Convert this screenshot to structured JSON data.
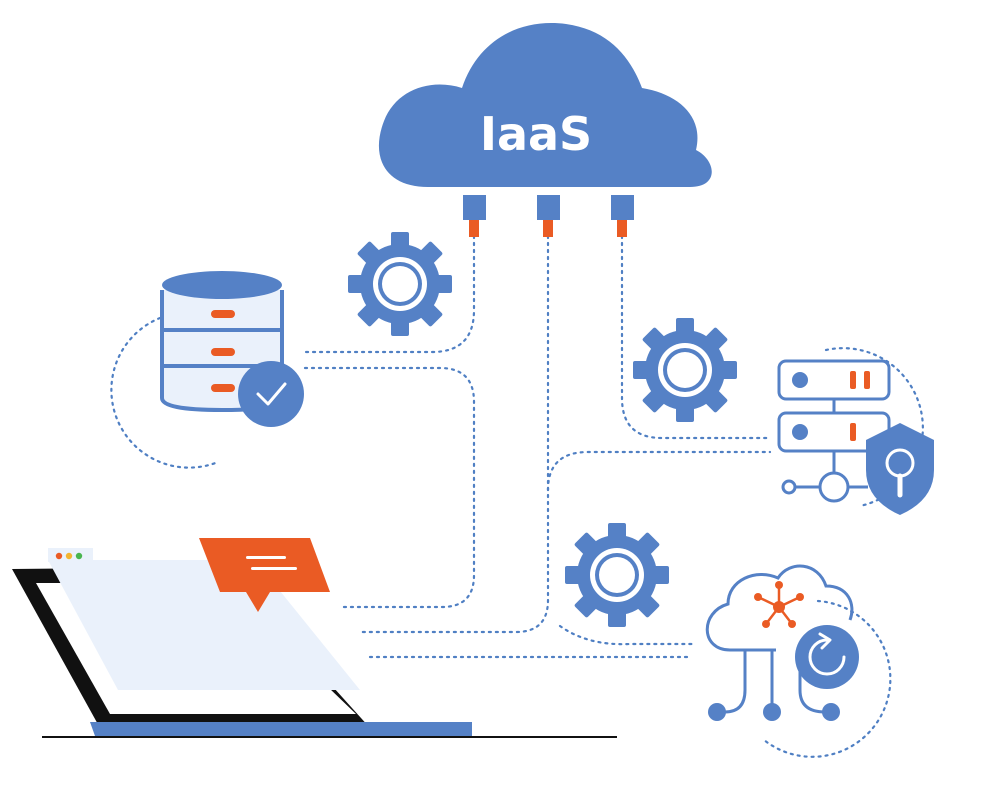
{
  "diagram": {
    "cloud_label": "IaaS",
    "nodes": [
      {
        "name": "cloud",
        "icon": "cloud-icon"
      },
      {
        "name": "database",
        "icon": "database-check-icon"
      },
      {
        "name": "secure-server",
        "icon": "server-shield-icon"
      },
      {
        "name": "cloud-network",
        "icon": "cloud-network-sync-icon"
      },
      {
        "name": "laptop",
        "icon": "laptop-icon"
      },
      {
        "name": "chat-message",
        "icon": "chat-bubble-icon"
      }
    ],
    "gears": [
      "gear-icon",
      "gear-icon",
      "gear-icon"
    ]
  },
  "colors": {
    "primary_blue": "#5581c6",
    "light_blue": "#eaf1fb",
    "accent_orange": "#ea5b24",
    "laptop_black": "#111111",
    "dot_blue": "#4f7fc3"
  }
}
